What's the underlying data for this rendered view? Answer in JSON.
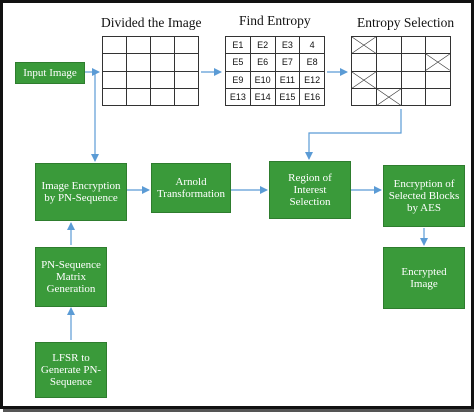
{
  "headings": {
    "divided": "Divided the Image",
    "entropy": "Find Entropy",
    "selection": "Entropy Selection"
  },
  "entropy_cells": [
    "E1",
    "E2",
    "E3",
    "4",
    "E5",
    "E6",
    "E7",
    "E8",
    "E9",
    "E10",
    "E11",
    "E12",
    "E13",
    "E14",
    "E15",
    "E16"
  ],
  "selected_cells": [
    0,
    7,
    8,
    13
  ],
  "boxes": {
    "input_image": "Input Image",
    "image_encryption": "Image Encryption by PN-Sequence",
    "arnold": "Arnold Transformation",
    "roi": "Region of Interest Selection",
    "aes": "Encryption of Selected Blocks by AES",
    "encrypted": "Encrypted Image",
    "pn_matrix": "PN-Sequence Matrix Generation",
    "lfsr": "LFSR to Generate PN-Sequence"
  },
  "colors": {
    "box_fill": "#3a9a3a",
    "arrow": "#5b9bd5"
  }
}
